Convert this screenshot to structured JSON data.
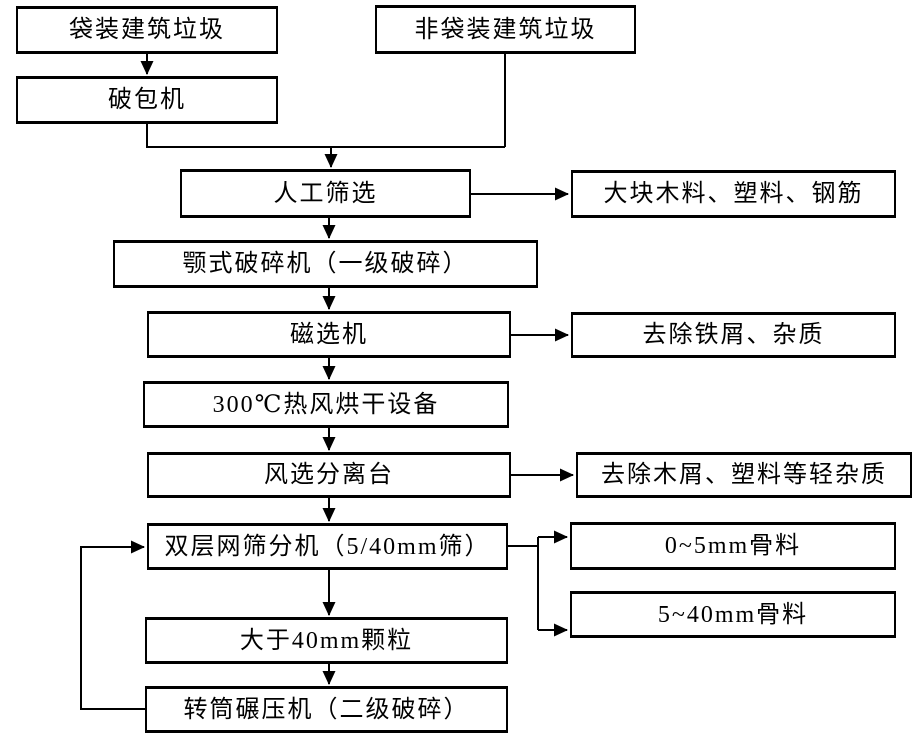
{
  "diagram": {
    "background_color": "#ffffff",
    "line_color": "#000000",
    "nodes": {
      "bagged": "袋装建筑垃圾",
      "non_bagged": "非袋装建筑垃圾",
      "bag_breaker": "破包机",
      "manual_screening": "人工筛选",
      "bulky_output": "大块木料、塑料、钢筋",
      "jaw_crusher": "颚式破碎机（一级破碎）",
      "magnetic_separator": "磁选机",
      "iron_output": "去除铁屑、杂质",
      "hot_air_dryer": "300℃热风烘干设备",
      "air_separator": "风选分离台",
      "light_output": "去除木屑、塑料等轻杂质",
      "double_screen": "双层网筛分机（5/40mm筛）",
      "agg_0_5": "0~5mm骨料",
      "agg_5_40": "5~40mm骨料",
      "over_40": "大于40mm颗粒",
      "drum_crusher": "转筒碾压机（二级破碎）"
    },
    "edges": [
      {
        "from": "bagged",
        "to": "bag_breaker"
      },
      {
        "from": "bag_breaker",
        "to": "manual_screening"
      },
      {
        "from": "non_bagged",
        "to": "manual_screening"
      },
      {
        "from": "manual_screening",
        "to": "bulky_output"
      },
      {
        "from": "manual_screening",
        "to": "jaw_crusher"
      },
      {
        "from": "jaw_crusher",
        "to": "magnetic_separator"
      },
      {
        "from": "magnetic_separator",
        "to": "iron_output"
      },
      {
        "from": "magnetic_separator",
        "to": "hot_air_dryer"
      },
      {
        "from": "hot_air_dryer",
        "to": "air_separator"
      },
      {
        "from": "air_separator",
        "to": "light_output"
      },
      {
        "from": "air_separator",
        "to": "double_screen"
      },
      {
        "from": "double_screen",
        "to": "agg_0_5"
      },
      {
        "from": "double_screen",
        "to": "agg_5_40"
      },
      {
        "from": "double_screen",
        "to": "over_40"
      },
      {
        "from": "over_40",
        "to": "drum_crusher"
      },
      {
        "from": "drum_crusher",
        "to": "double_screen"
      }
    ]
  }
}
